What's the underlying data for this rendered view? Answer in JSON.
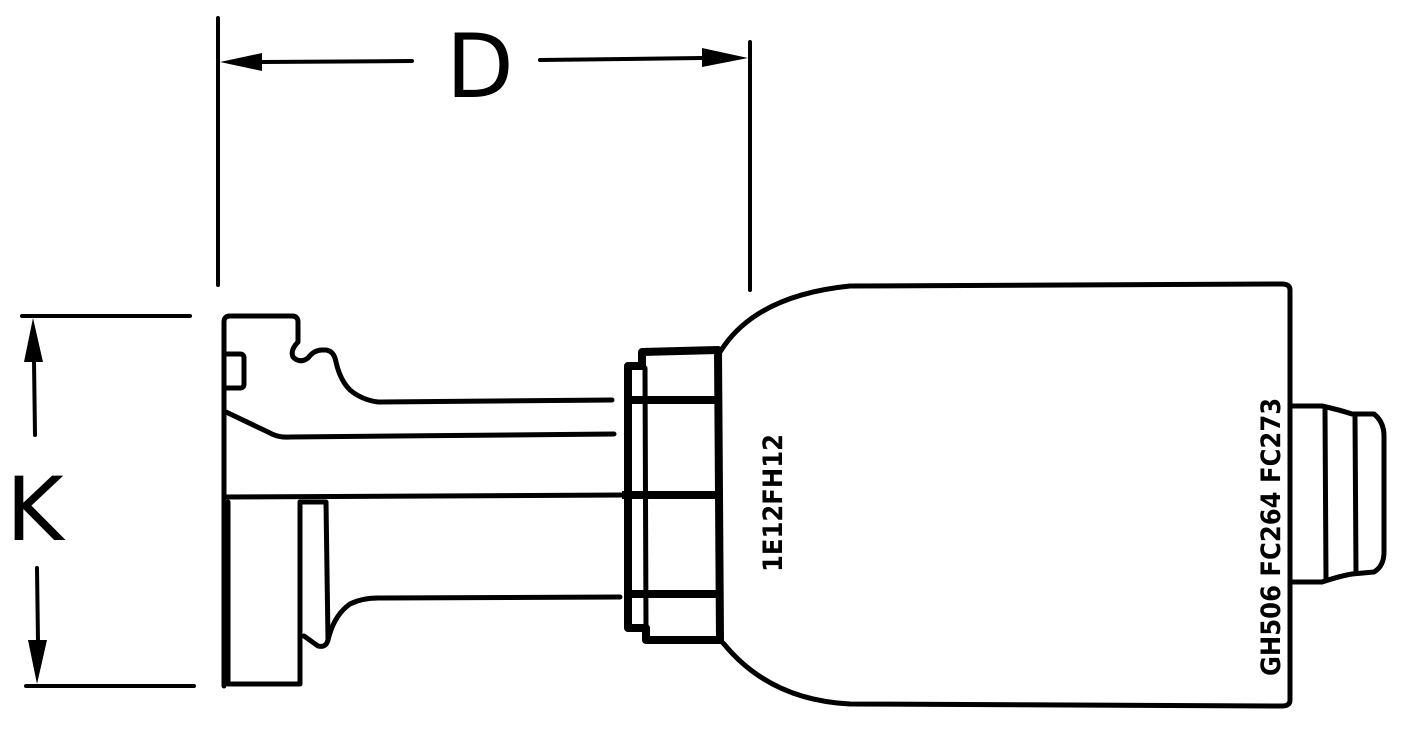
{
  "diagram": {
    "type": "technical-drawing",
    "subject": "hydraulic hose fitting, flange end",
    "line_color": "#000000",
    "background": "#ffffff",
    "dimensions": {
      "length_label": "D",
      "height_label": "K"
    },
    "markings": {
      "nut_marking": "1E12FH12",
      "ferrule_marking": "GH506 FC264 FC273"
    }
  }
}
